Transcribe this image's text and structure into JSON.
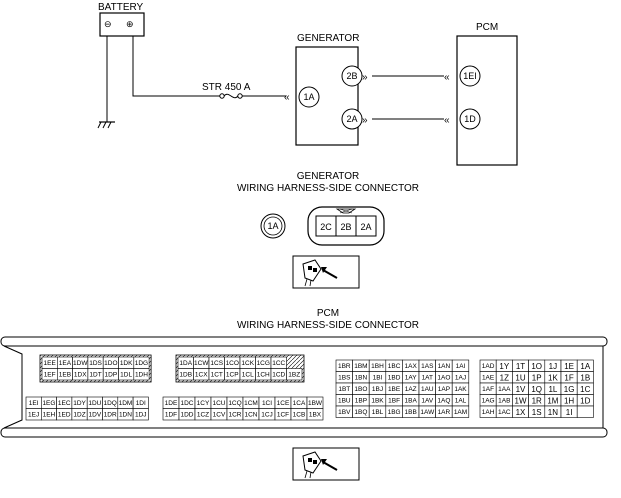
{
  "labels": {
    "battery": "BATTERY",
    "battery_minus": "⊖",
    "battery_plus": "⊕",
    "generator": "GENERATOR",
    "pcm": "PCM",
    "fuse": "STR 450 A",
    "gen_connector_title_1": "GENERATOR",
    "gen_connector_title_2": "WIRING HARNESS-SIDE CONNECTOR",
    "pcm_connector_title_1": "PCM",
    "pcm_connector_title_2": "WIRING HARNESS-SIDE CONNECTOR"
  },
  "terminals": {
    "gen_1a": "1A",
    "gen_2b": "2B",
    "gen_2a": "2A",
    "pcm_1ei": "1EI",
    "pcm_1d": "1D"
  },
  "gen_connector": {
    "single": "1A",
    "pins": [
      "2C",
      "2B",
      "2A"
    ]
  },
  "pcm_connector": {
    "block1_top": [
      [
        "1EE",
        "1EA",
        "1DW",
        "1DS",
        "1DO",
        "1DK",
        "1DG"
      ],
      [
        "1EF",
        "1EB",
        "1DX",
        "1DT",
        "1DP",
        "1DL",
        "1DH"
      ]
    ],
    "block1_bottom": [
      [
        "1EI",
        "1EG",
        "1EC",
        "1DY",
        "1DU",
        "1DQ",
        "1DM",
        "1DI"
      ],
      [
        "1EJ",
        "1EH",
        "1ED",
        "1DZ",
        "1DV",
        "1DR",
        "1DN",
        "1DJ"
      ]
    ],
    "block2_top": [
      [
        "1DA",
        "1CW",
        "1CS",
        "1CO",
        "1CK",
        "1CG",
        "1CC"
      ],
      [
        "1DB",
        "1CX",
        "1CT",
        "1CP",
        "1CL",
        "1CH",
        "1CD",
        "1BZ"
      ]
    ],
    "block2_bottom": [
      [
        "1DE",
        "1DC",
        "1CY",
        "1CU",
        "1CQ",
        "1CM",
        "1CI",
        "1CE",
        "1CA",
        "1BW"
      ],
      [
        "1DF",
        "1DD",
        "1CZ",
        "1CV",
        "1CR",
        "1CN",
        "1CJ",
        "1CF",
        "1CB",
        "1BX"
      ]
    ],
    "block3": [
      [
        "1BR",
        "1BM",
        "1BH",
        "1BC",
        "1AX",
        "1AS",
        "1AN",
        "1AI"
      ],
      [
        "1BS",
        "1BN",
        "1BI",
        "1BD",
        "1AY",
        "1AT",
        "1AO",
        "1AJ"
      ],
      [
        "1BT",
        "1BO",
        "1BJ",
        "1BE",
        "1AZ",
        "1AU",
        "1AP",
        "1AK"
      ],
      [
        "1BU",
        "1BP",
        "1BK",
        "1BF",
        "1BA",
        "1AV",
        "1AQ",
        "1AL"
      ],
      [
        "1BV",
        "1BQ",
        "1BL",
        "1BG",
        "1BB",
        "1AW",
        "1AR",
        "1AM"
      ]
    ],
    "block4": [
      [
        "1AD",
        "1Y",
        "1T",
        "1O",
        "1J",
        "1E",
        "1A"
      ],
      [
        "1AE",
        "1Z",
        "1U",
        "1P",
        "1K",
        "1F",
        "1B"
      ],
      [
        "1AF",
        "1AA",
        "1V",
        "1Q",
        "1L",
        "1G",
        "1C"
      ],
      [
        "1AG",
        "1AB",
        "1W",
        "1R",
        "1M",
        "1H",
        "1D"
      ],
      [
        "1AH",
        "1AC",
        "1X",
        "1S",
        "1N",
        "1I",
        ""
      ]
    ]
  }
}
